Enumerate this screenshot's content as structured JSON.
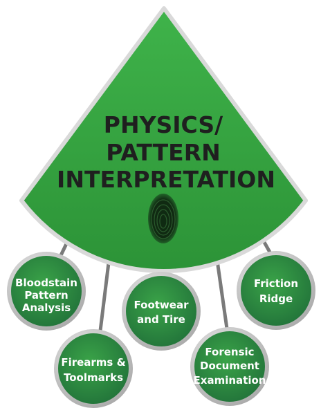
{
  "diagram": {
    "title_lines": [
      "PHYSICS/",
      "PATTERN",
      "INTERPRETATION"
    ],
    "colors": {
      "sector_fill": "#33a13a",
      "sector_edge": "#d8d8d8",
      "node_fill": "#2d8b3c",
      "node_ring": "#c9c9c9",
      "connector": "#777777",
      "title_text": "#1f1f1f",
      "node_text": "#ffffff"
    },
    "center_icon": "fingerprint-icon",
    "nodes": [
      {
        "id": "bloodstain",
        "lines": [
          "Bloodstain",
          "Pattern",
          "Analysis"
        ]
      },
      {
        "id": "firearms",
        "lines": [
          "Firearms &",
          "Toolmarks"
        ]
      },
      {
        "id": "footwear",
        "lines": [
          "Footwear",
          "and Tire"
        ]
      },
      {
        "id": "forensic-document",
        "lines": [
          "Forensic",
          "Document",
          "Examination"
        ]
      },
      {
        "id": "friction-ridge",
        "lines": [
          "Friction",
          "Ridge"
        ]
      }
    ]
  }
}
